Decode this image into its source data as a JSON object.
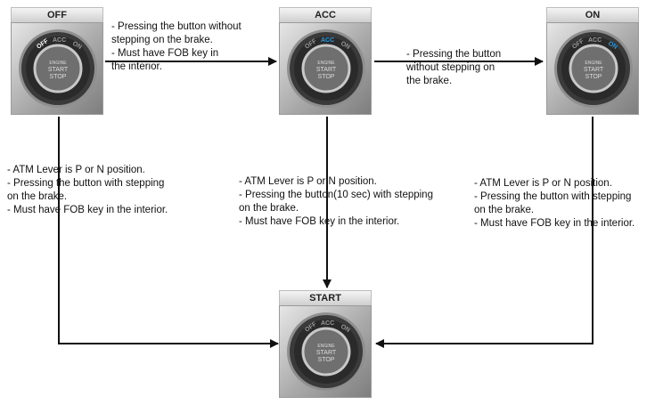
{
  "states": {
    "off": {
      "title": "OFF",
      "labels": {
        "off": "OFF",
        "acc": "ACC",
        "on": "ON"
      },
      "button": {
        "line1": "ENGINE",
        "line2": "START",
        "line3": "STOP"
      }
    },
    "acc": {
      "title": "ACC",
      "labels": {
        "off": "OFF",
        "acc": "ACC",
        "on": "ON"
      },
      "button": {
        "line1": "ENGINE",
        "line2": "START",
        "line3": "STOP"
      }
    },
    "on": {
      "title": "ON",
      "labels": {
        "off": "OFF",
        "acc": "ACC",
        "on": "ON"
      },
      "button": {
        "line1": "ENGINE",
        "line2": "START",
        "line3": "STOP"
      }
    },
    "start": {
      "title": "START",
      "labels": {
        "off": "OFF",
        "acc": "ACC",
        "on": "ON"
      },
      "button": {
        "line1": "ENGINE",
        "line2": "START",
        "line3": "STOP"
      }
    }
  },
  "notes": {
    "off_to_acc": [
      "- Pressing the button without",
      "stepping on the brake.",
      "- Must have FOB key in",
      "the interior."
    ],
    "acc_to_on": [
      "- Pressing the button",
      "without stepping on",
      "the brake."
    ],
    "off_to_start": [
      "- ATM Lever is P or N position.",
      "- Pressing the button with stepping",
      "on the brake.",
      "- Must have FOB key in the interior."
    ],
    "acc_to_start": [
      "- ATM Lever is P or N position.",
      "- Pressing the button(10 sec) with stepping",
      "on the brake.",
      "- Must have FOB key in the interior."
    ],
    "on_to_start": [
      "- ATM Lever is P or N position.",
      "- Pressing the button with stepping",
      "on the brake.",
      "- Must have FOB key in the interior."
    ]
  },
  "colors": {
    "active_label": "#2a9be0",
    "inactive_label": "#9a9a9a",
    "arrow": "#111111"
  }
}
